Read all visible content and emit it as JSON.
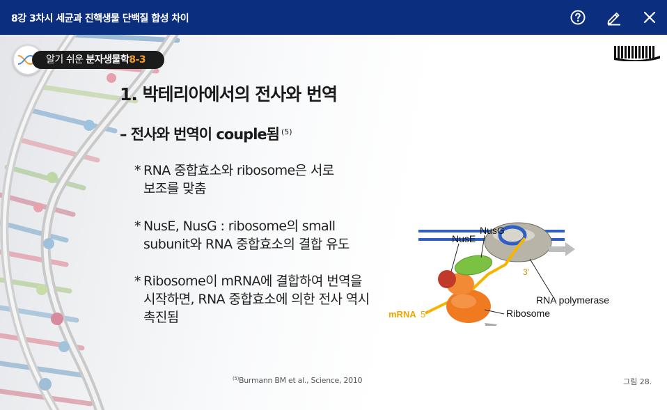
{
  "topbar": {
    "title": "8강 3차시 세균과 진핵생물 단백질 합성 차이",
    "help_icon": "help-circle-icon",
    "edit_icon": "pencil-icon",
    "close_icon": "close-icon",
    "background": "#0b2e7e"
  },
  "slide": {
    "brand": {
      "prefix": "알기 쉬운 ",
      "name": "분자생물학",
      "number": "8-3",
      "accent": "#f29a2e"
    },
    "heading": "1. 박테리아에서의 전사와 번역",
    "subheading": "– 전사와 번역이 couple됨",
    "subheading_ref": "(5)",
    "bullets": [
      {
        "mark": "*",
        "text": "RNA 중합효소와 ribosome은 서로\n보조를 맞춤"
      },
      {
        "mark": "*",
        "text": "NusE, NusG : ribosome의 small\nsubunit와 RNA 중합효소의 결합 유도"
      },
      {
        "mark": "*",
        "text": "Ribosome이 mRNA에 결합하여 번역을\n시작하면, RNA 중합효소에 의한 전사 역시\n촉진됨"
      }
    ],
    "figure": {
      "labels": {
        "nusg": "NusG",
        "nuse": "NusE",
        "three_prime": "3'",
        "rna_polymerase": "RNA polymerase",
        "mrna": "mRNA",
        "five_prime": "5'",
        "ribosome": "Ribosome"
      },
      "colors": {
        "dna": "#2f5fc4",
        "mrna": "#f5b400",
        "ribosome": "#f07a20",
        "nusg": "#7cc242",
        "nuse": "#c0392b",
        "polymerase": "#b8b5a8"
      }
    },
    "citation_ref": "(5)",
    "citation": "Burmann BM et al., Science, 2010",
    "figure_label": "그림 28."
  }
}
